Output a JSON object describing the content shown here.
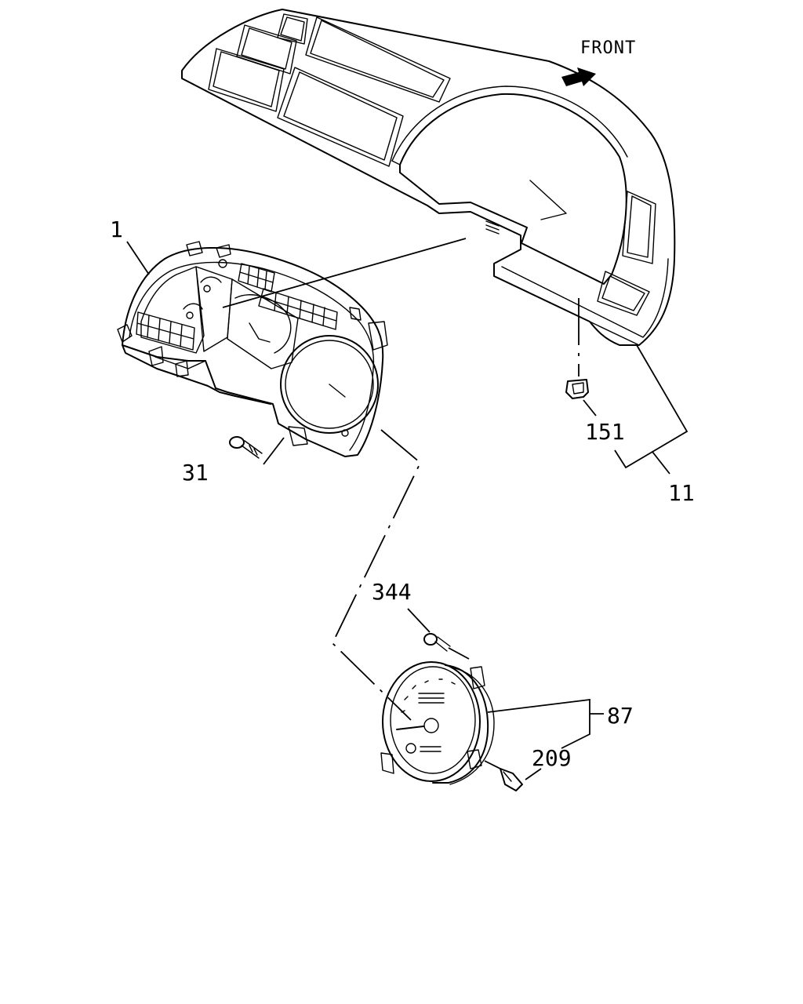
{
  "direction_label": "FRONT",
  "callouts": {
    "cluster": "1",
    "cluster_screw": "31",
    "panel_assembly": "11",
    "clip": "151",
    "gauge_screw": "344",
    "gauge_assembly": "87",
    "bulb_socket": "209"
  }
}
